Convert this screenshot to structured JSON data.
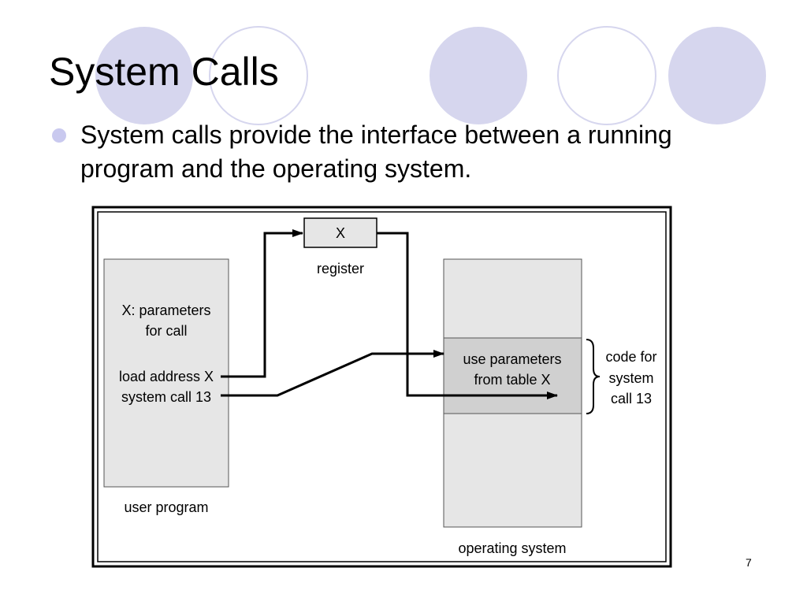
{
  "slide": {
    "title": "System Calls",
    "bullet": "System calls provide the interface between a running program and the operating system.",
    "page_number": "7"
  },
  "diagram": {
    "register_value": "X",
    "register_label": "register",
    "user_program": {
      "line1": "X: parameters",
      "line2": "for call",
      "load_line": "load address X",
      "syscall_line": "system call 13",
      "label": "user program"
    },
    "os": {
      "code_line1": "use parameters",
      "code_line2": "from table X",
      "label": "operating system"
    },
    "brace_note": {
      "line1": "code for",
      "line2": "system",
      "line3": "call 13"
    }
  },
  "colors": {
    "circle_fill": "#d6d6ee",
    "circle_outline": "#d6d6ee",
    "bullet": "#c9c9ef",
    "box_fill": "#e6e6e6",
    "highlight_fill": "#d0d0d0"
  }
}
